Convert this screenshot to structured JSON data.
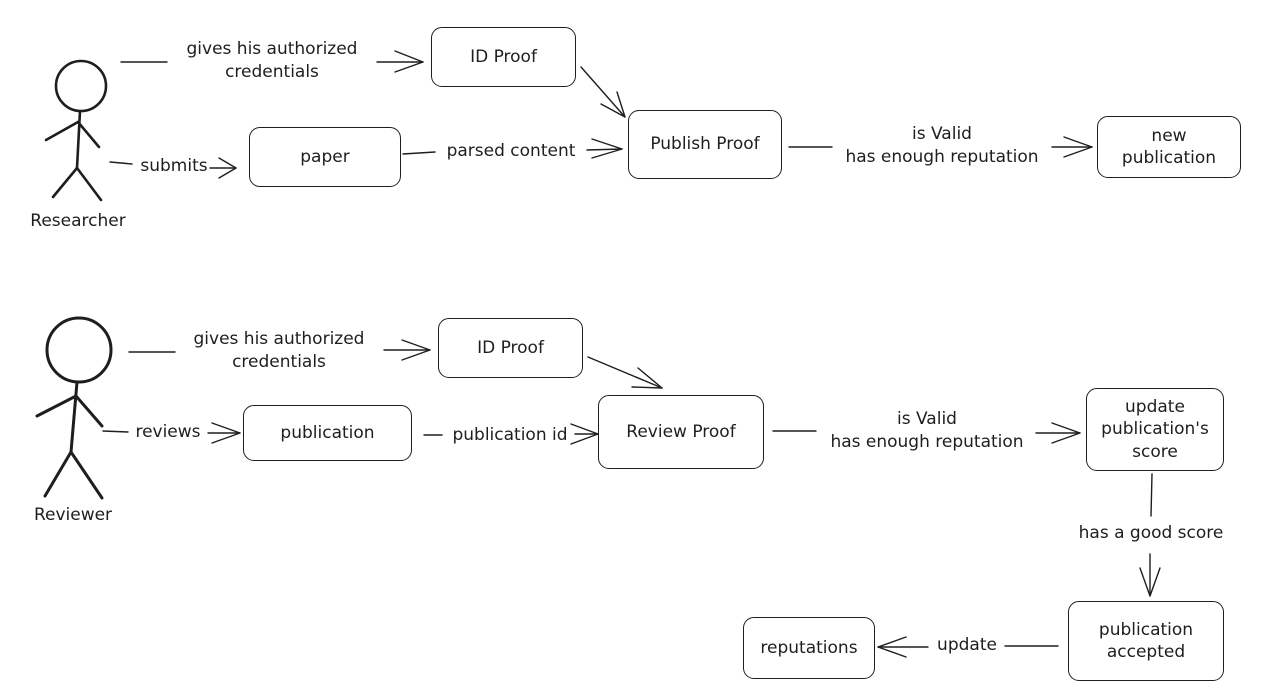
{
  "actors": {
    "researcher": "Researcher",
    "reviewer": "Reviewer"
  },
  "nodes": {
    "id_proof_top": "ID Proof",
    "paper": "paper",
    "publish_proof": "Publish Proof",
    "new_publication": "new\npublication",
    "id_proof_bottom": "ID Proof",
    "publication": "publication",
    "review_proof": "Review Proof",
    "update_score": "update\npublication's\nscore",
    "publication_accepted": "publication\naccepted",
    "reputations": "reputations"
  },
  "edges": {
    "researcher_credentials": "gives his authorized\ncredentials",
    "researcher_submits": "submits",
    "parsed_content": "parsed content",
    "publish_valid": "is Valid\nhas enough reputation",
    "reviewer_credentials": "gives his authorized\ncredentials",
    "reviewer_reviews": "reviews",
    "publication_id": "publication id",
    "review_valid": "is Valid\nhas enough reputation",
    "good_score": "has a good score",
    "update": "update"
  }
}
